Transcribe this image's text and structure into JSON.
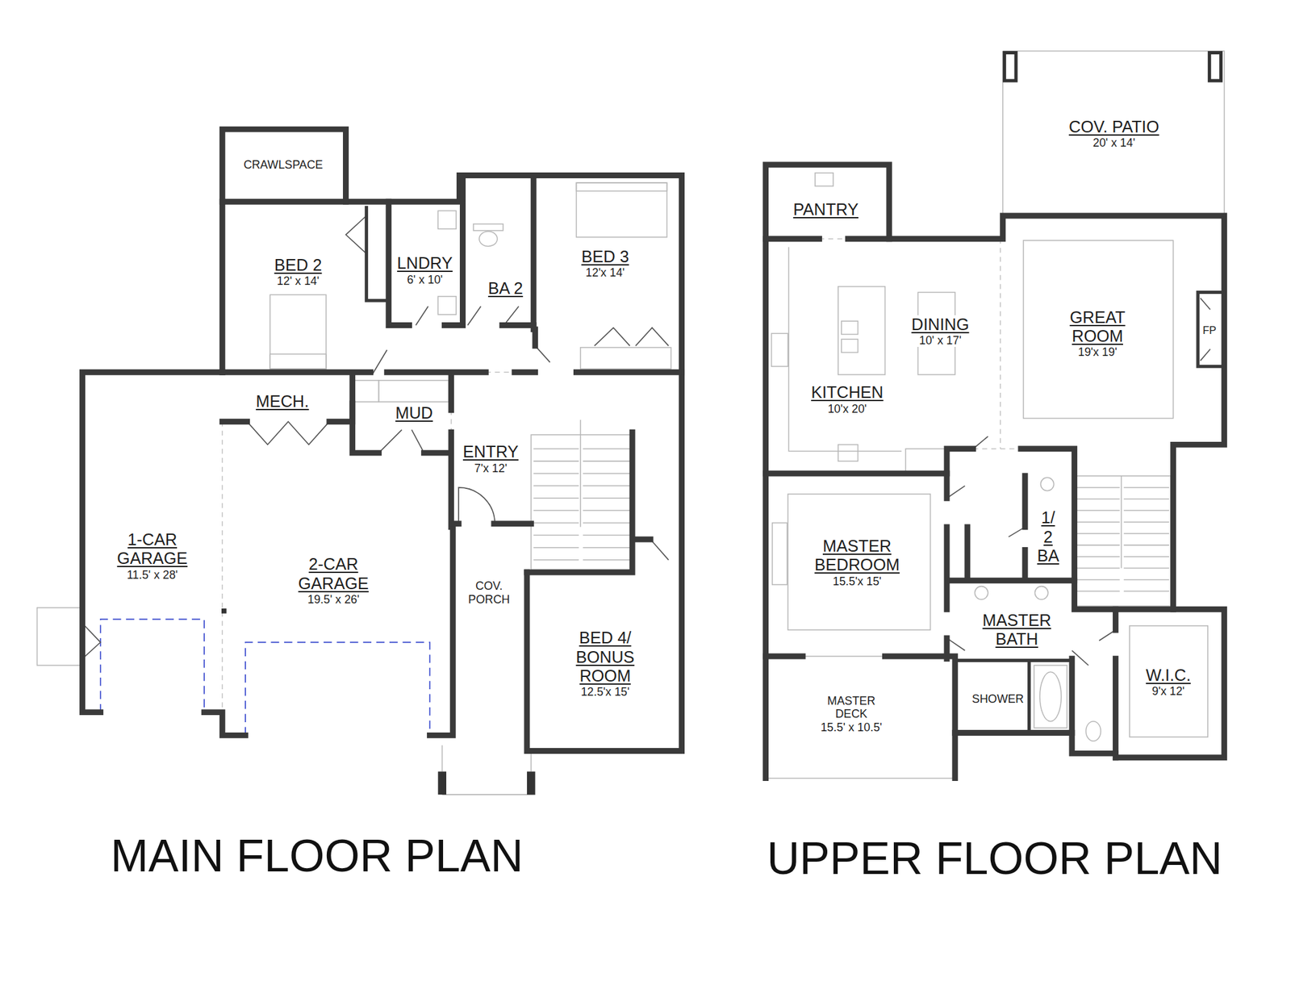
{
  "diagram": {
    "nodes": [
      {
        "text": [
          "CRAWLSPACE"
        ]
      },
      {
        "text": [
          "BED 2",
          "12' x 14'"
        ]
      },
      {
        "text": [
          "LNDRY",
          "6' x 10'"
        ]
      },
      {
        "text": [
          "BA 2"
        ]
      },
      {
        "text": [
          "BED 3",
          "12'x 14'"
        ]
      },
      {
        "text": [
          "MECH."
        ]
      },
      {
        "text": [
          "MUD"
        ]
      },
      {
        "text": [
          "ENTRY",
          "7'x 12'"
        ]
      },
      {
        "text": [
          "1-CAR GARAGE",
          "11.5' x 28'"
        ]
      },
      {
        "text": [
          "2-CAR GARAGE",
          "19.5' x 26'"
        ]
      },
      {
        "text": [
          "COV. PORCH"
        ]
      },
      {
        "text": [
          "BED 4/ BONUS ROOM",
          "12.5'x 15'"
        ]
      },
      {
        "text": [
          "COV. PATIO",
          "20' x 14'"
        ]
      },
      {
        "text": [
          "PANTRY"
        ]
      },
      {
        "text": [
          "DINING",
          "10' x 17'"
        ]
      },
      {
        "text": [
          "GREAT ROOM",
          "19'x 19'"
        ]
      },
      {
        "text": [
          "FP"
        ]
      },
      {
        "text": [
          "KITCHEN",
          "10'x 20'"
        ]
      },
      {
        "text": [
          "MASTER BEDROOM",
          "15.5'x 15'"
        ]
      },
      {
        "text": [
          "1/ 2 BA"
        ]
      },
      {
        "text": [
          "MASTER BATH"
        ]
      },
      {
        "text": [
          "MASTER DECK",
          "15.5' x 10.5'"
        ]
      },
      {
        "text": [
          "SHOWER"
        ]
      },
      {
        "text": [
          "W.I.C.",
          "9'x 12'"
        ]
      }
    ],
    "labels": [
      "MAIN FLOOR PLAN",
      "UPPER FLOOR PLAN"
    ]
  }
}
